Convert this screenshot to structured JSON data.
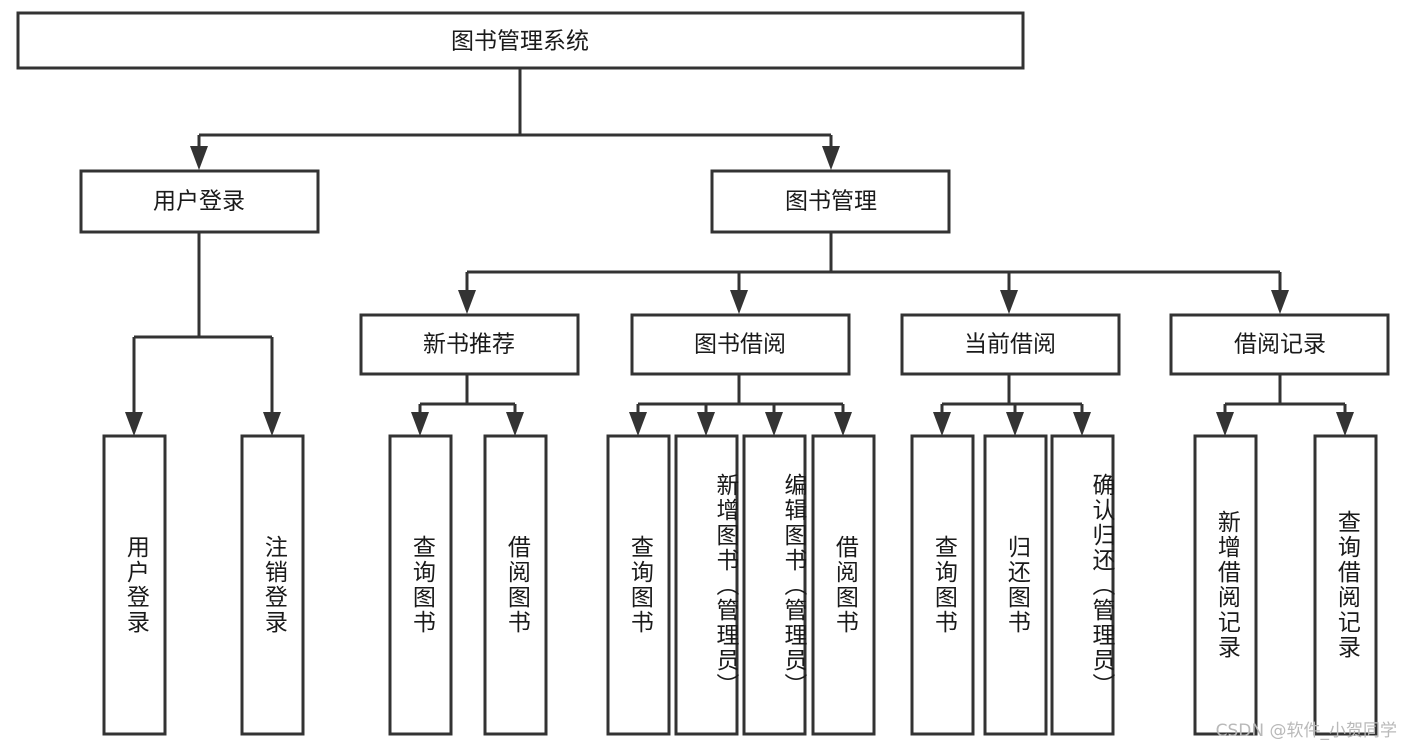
{
  "diagram": {
    "title": "图书管理系统",
    "type": "tree-hierarchy-diagram",
    "colors": {
      "stroke": "#333333",
      "box_fill": "#ffffff",
      "text": "#1a1a1a",
      "background": "#ffffff",
      "watermark": "#b9b9b9"
    },
    "root": {
      "label": "图书管理系统"
    },
    "level1": [
      {
        "label": "用户登录"
      },
      {
        "label": "图书管理"
      }
    ],
    "level2": [
      {
        "label": "新书推荐"
      },
      {
        "label": "图书借阅"
      },
      {
        "label": "当前借阅"
      },
      {
        "label": "借阅记录"
      }
    ],
    "leaves_user_login": [
      {
        "label": "用户登录"
      },
      {
        "label": "注销登录"
      }
    ],
    "leaves_new_book": [
      {
        "label": "查询图书"
      },
      {
        "label": "借阅图书"
      }
    ],
    "leaves_book_borrow": [
      {
        "label": "查询图书"
      },
      {
        "label": "新增图书（管理员）"
      },
      {
        "label": "编辑图书（管理员）"
      },
      {
        "label": "借阅图书"
      }
    ],
    "leaves_current_borrow": [
      {
        "label": "查询图书"
      },
      {
        "label": "归还图书"
      },
      {
        "label": "确认归还（管理员）"
      }
    ],
    "leaves_borrow_record": [
      {
        "label": "新增借阅记录"
      },
      {
        "label": "查询借阅记录"
      }
    ]
  },
  "watermark": {
    "text": "CSDN @软件_小贺同学"
  }
}
